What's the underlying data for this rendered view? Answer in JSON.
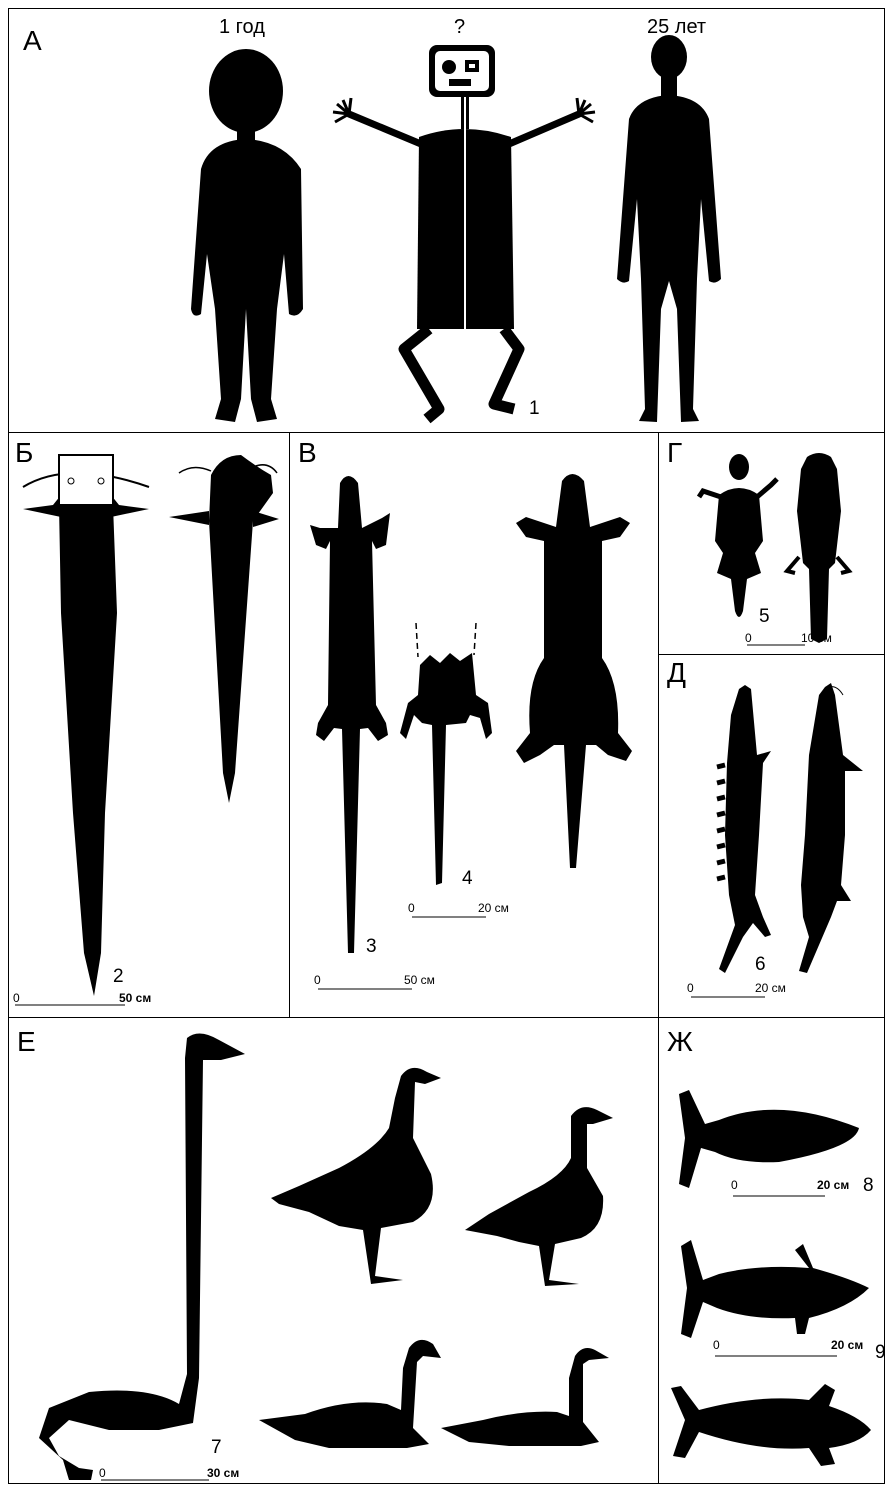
{
  "panels": {
    "A": {
      "label": "А",
      "captions": [
        "1 год",
        "?",
        "25 лет"
      ],
      "number": "1"
    },
    "B": {
      "label": "Б",
      "number": "2",
      "scale_zero": "0",
      "scale_text": "50 см"
    },
    "V": {
      "label": "В",
      "numbers": [
        "3",
        "4"
      ],
      "scale1_zero": "0",
      "scale1_text": "20 см",
      "scale2_zero": "0",
      "scale2_text": "50 см"
    },
    "G": {
      "label": "Г",
      "number": "5",
      "scale_zero": "0",
      "scale_text": "10 см"
    },
    "D": {
      "label": "Д",
      "number": "6",
      "scale_zero": "0",
      "scale_text": "20 см"
    },
    "E": {
      "label": "Е",
      "number": "7",
      "scale_zero": "0",
      "scale_text": "30 см"
    },
    "Zh": {
      "label": "Ж",
      "numbers": [
        "8",
        "9"
      ],
      "scale1_zero": "0",
      "scale1_text": "20 см",
      "scale2_zero": "0",
      "scale2_text": "20 см"
    }
  }
}
